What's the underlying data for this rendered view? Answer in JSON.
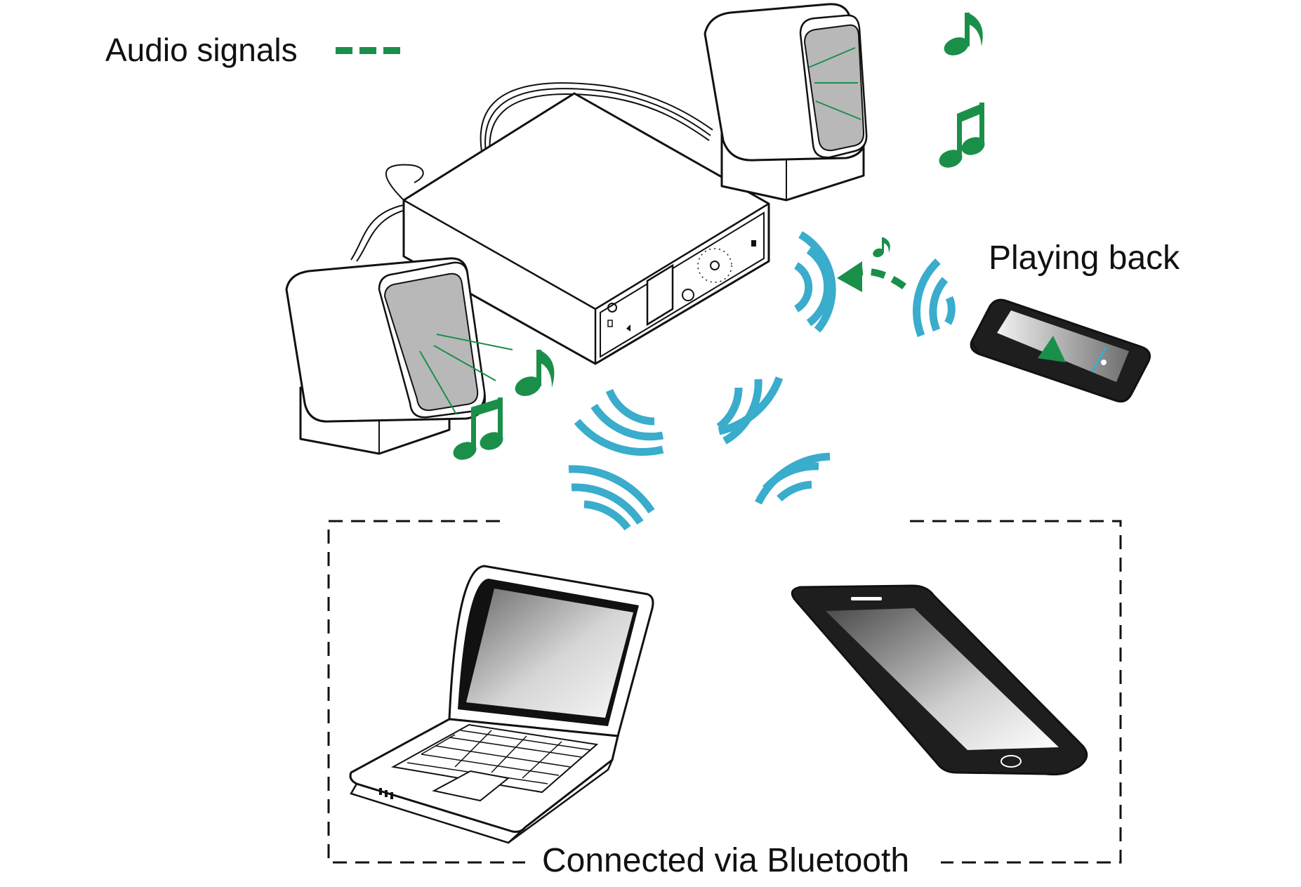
{
  "legend": {
    "label": "Audio signals",
    "line_style": "dashed",
    "color": "#1a8f4a"
  },
  "labels": {
    "playing_back": "Playing back",
    "connected": "Connected via Bluetooth"
  },
  "colors": {
    "audio_signal": "#1a8f4a",
    "bluetooth_waves": "#3aaccc",
    "outline": "#111111",
    "speaker_grille": "#b8b8b8",
    "phone_body": "#1e1e1e"
  },
  "devices": [
    {
      "name": "speaker-system",
      "icon": "speaker-icon"
    },
    {
      "name": "smartphone-playing",
      "icon": "smartphone-icon"
    },
    {
      "name": "laptop",
      "icon": "laptop-icon"
    },
    {
      "name": "smartphone",
      "icon": "smartphone-icon"
    }
  ]
}
